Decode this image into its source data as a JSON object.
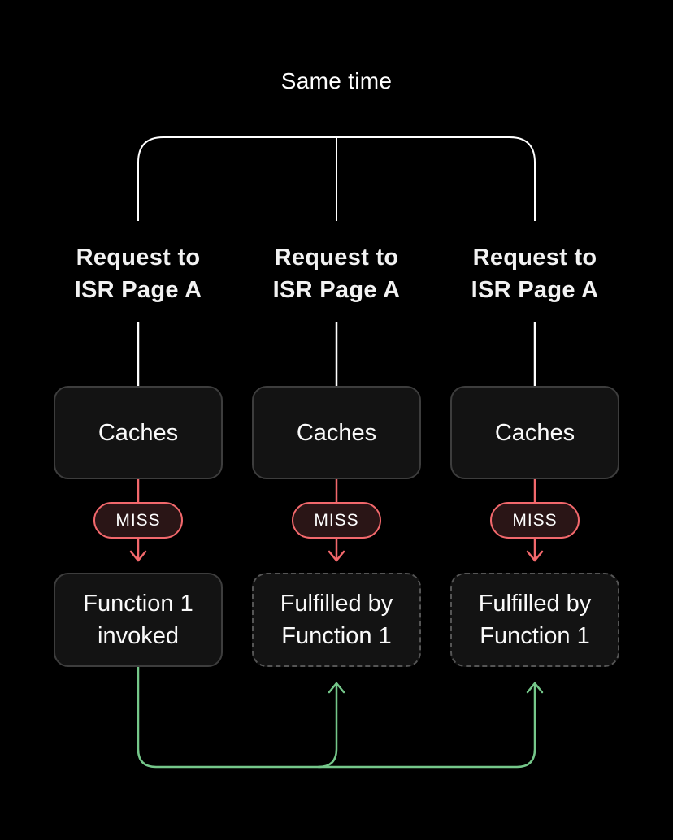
{
  "title": "Same time",
  "colors": {
    "background": "#000000",
    "bracket_white": "#ffffff",
    "arrow_red": "#f2686c",
    "connector_green": "#75c78a",
    "box_bg": "#131313",
    "box_border": "#3d3d3d",
    "dashed_box_border": "#555555",
    "miss_badge_bg": "#2a1516",
    "text": "#fafafa"
  },
  "columns": [
    {
      "request_label": "Request to\nISR Page A",
      "cache_label": "Caches",
      "status_label": "MISS",
      "result_label": "Function 1\ninvoked",
      "result_border": "solid"
    },
    {
      "request_label": "Request to\nISR Page A",
      "cache_label": "Caches",
      "status_label": "MISS",
      "result_label": "Fulfilled by\nFunction 1",
      "result_border": "dashed"
    },
    {
      "request_label": "Request to\nISR Page A",
      "cache_label": "Caches",
      "status_label": "MISS",
      "result_label": "Fulfilled by\nFunction 1",
      "result_border": "dashed"
    }
  ]
}
